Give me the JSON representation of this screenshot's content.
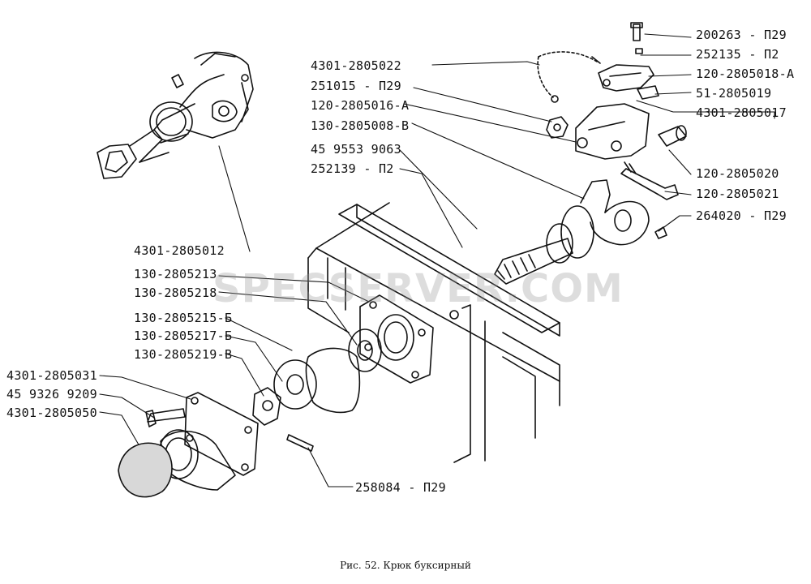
{
  "diagram": {
    "caption": "Рис. 52. Крюк буксирный",
    "watermark": "SPECSERVER.COM",
    "labels": {
      "p200263": "200263 - П29",
      "p252135": "252135 - П2",
      "p120_2805018a": "120-2805018-А",
      "p51_2805019": "51-2805019",
      "p4301_2805017": "4301-2805017",
      "p4301_2805022": "4301-2805022",
      "p251015": "251015 - П29",
      "p120_2805016a": "120-2805016-А",
      "p130_2805008v": "130-2805008-В",
      "p45_9553_9063": "45 9553 9063",
      "p252139": "252139 - П2",
      "p120_2805020": "120-2805020",
      "p120_2805021": "120-2805021",
      "p264020": "264020 - П29",
      "p4301_2805012": "4301-2805012",
      "p130_2805213": "130-2805213",
      "p130_2805218": "130-2805218",
      "p130_2805215b": "130-2805215-Б",
      "p130_2805217b": "130-2805217-Б",
      "p130_2805219v": "130-2805219-В",
      "p4301_2805031": "4301-2805031",
      "p45_9326_9209": "45 9326 9209",
      "p4301_2805050": "4301-2805050",
      "p258084": "258084 - П29"
    }
  }
}
